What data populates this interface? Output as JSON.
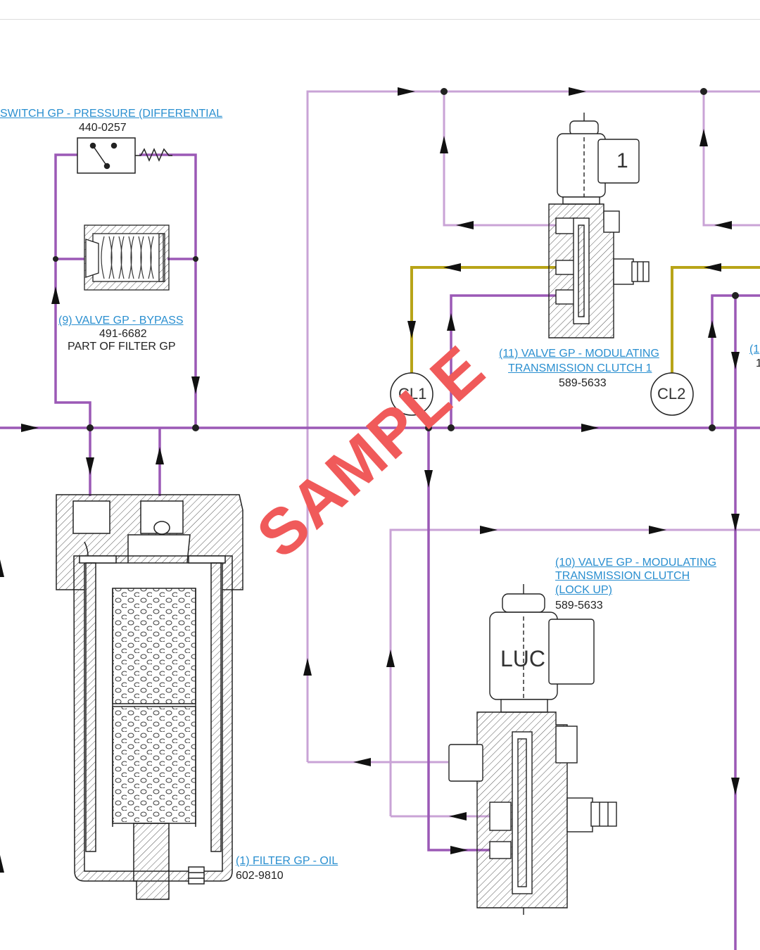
{
  "labels": {
    "pressure_switch_title": "SWITCH GP - PRESSURE (DIFFERENTIAL",
    "pressure_switch_pn": "440-0257",
    "bypass_title": "(9) VALVE GP - BYPASS",
    "bypass_pn": "491-6682",
    "bypass_note": "PART OF FILTER GP",
    "valve11_line1": "(11) VALVE GP - MODULATING",
    "valve11_line2": "TRANSMISSION CLUTCH 1",
    "valve11_pn": "589-5633",
    "valve10_line1": "(10) VALVE GP - MODULATING",
    "valve10_line2": "TRANSMISSION CLUTCH",
    "valve10_line3": "(LOCK UP)",
    "valve10_pn": "589-5633",
    "filter_title": "(1) FILTER GP - OIL",
    "filter_pn": "602-9810",
    "cut_label_a": "(1",
    "cut_label_b": "1"
  },
  "ports": {
    "cl1": "CL1",
    "cl2": "CL2"
  },
  "solenoids": {
    "valve11_id": "1",
    "valve10_id": "LUC"
  },
  "watermark": "SAMPLE",
  "colors": {
    "supply_line": "#9b59b6",
    "return_line": "#c9a3d6",
    "clutch_line": "#b8a418",
    "link_text": "#2a8fd0",
    "watermark": "#f05a5a",
    "drawing": "#333333"
  }
}
